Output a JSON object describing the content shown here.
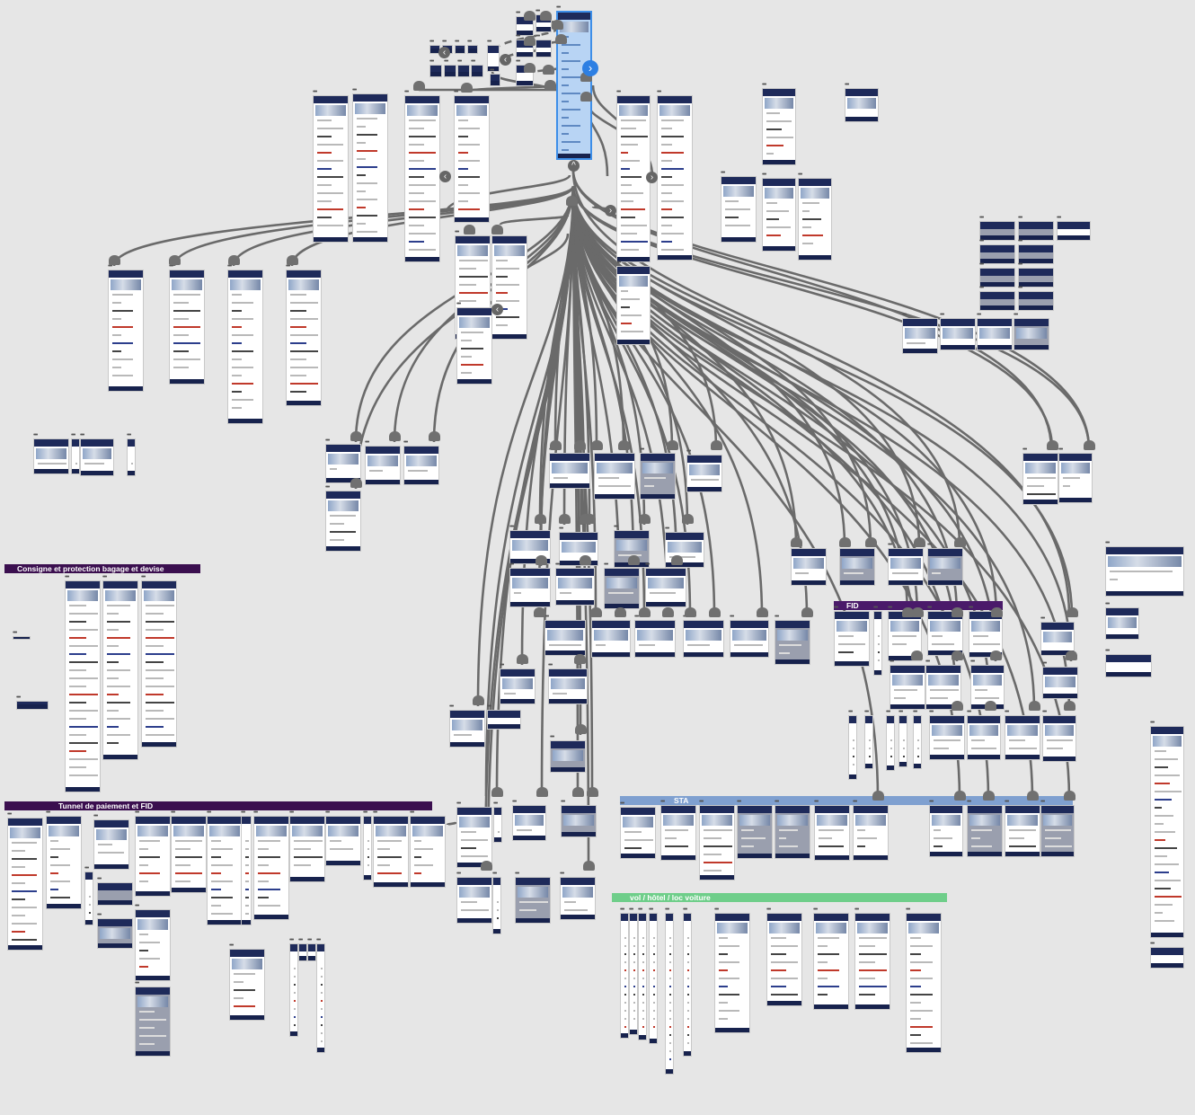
{
  "canvas": {
    "background": "#e6e6e6",
    "wire_color": "#6a6a6a",
    "selection_color": "#3d8ee8"
  },
  "sections": {
    "consigne": {
      "label": "Consigne et protection bagage et devise",
      "color": "#3b0f4f"
    },
    "tunnel": {
      "label": "Tunnel de paiement et FID",
      "color": "#3b0f4f"
    },
    "fid": {
      "label": "FID",
      "color": "#4a1a6a"
    },
    "sta": {
      "label": "STA",
      "color": "#7fa0d0"
    },
    "vol": {
      "label": "vol / hôtel / loc voiture",
      "color": "#6fce8a"
    }
  },
  "navigation": {
    "next_icon": "chevron-right-icon",
    "prev_icon": "chevron-left-icon",
    "up_icon": "chevron-up-icon",
    "glyph_next": "›",
    "glyph_prev": "‹",
    "glyph_up": "^"
  },
  "artboard_label": "•••"
}
